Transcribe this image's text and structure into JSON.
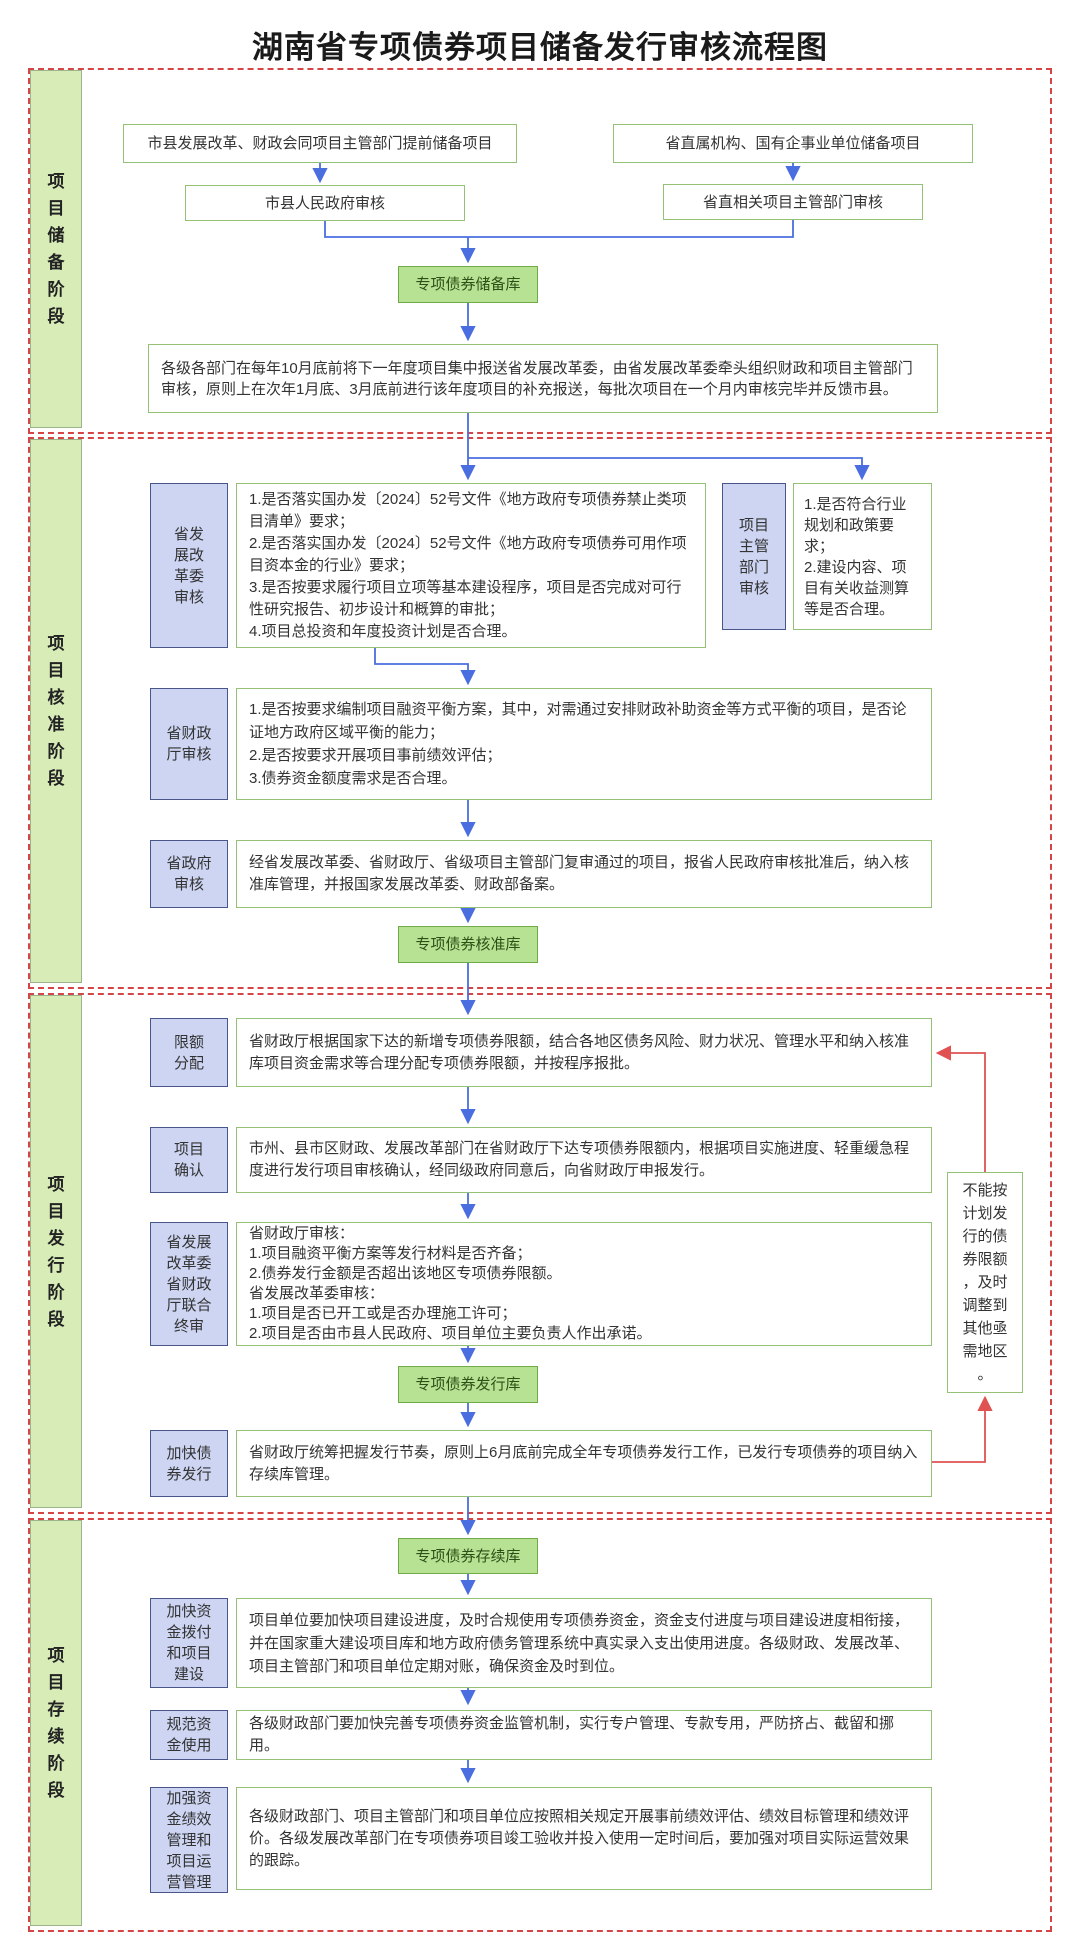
{
  "title": "湖南省专项债券项目储备发行审核流程图",
  "colors": {
    "c-frame": "#d64545",
    "c-bar-bg": "#d8ecb8",
    "c-bar-border": "#9cb489",
    "c-box-border": "#94c175",
    "c-pool-bg": "#b7e193",
    "c-pool-border": "#70ab48",
    "c-pool-text": "#2d5016",
    "c-label-bg": "#cdd5f2",
    "c-label-border": "#49568a",
    "c-blue": "#4a6ee0",
    "c-red": "#e05252",
    "c-text": "#333333"
  },
  "stage1": {
    "label": "项目储备阶段",
    "box_city_prepare": "市县发展改革、财政会同项目主管部门提前储备项目",
    "box_province_prepare": "省直属机构、国有企事业单位储备项目",
    "box_city_review": "市县人民政府审核",
    "box_province_review": "省直相关项目主管部门审核",
    "pool": "专项债券储备库",
    "note": "各级各部门在每年10月底前将下一年度项目集中报送省发展改革委，由省发展改革委牵头组织财政和项目主管部门审核，原则上在次年1月底、3月底前进行该年度项目的补充报送，每批次项目在一个月内审核完毕并反馈市县。"
  },
  "stage2": {
    "label": "项目核准阶段",
    "ndrc_label": "省发展改革委审核",
    "ndrc_content": "1.是否落实国办发〔2024〕52号文件《地方政府专项债券禁止类项目清单》要求；\n2.是否落实国办发〔2024〕52号文件《地方政府专项债券可用作项目资本金的行业》要求；\n3.是否按要求履行项目立项等基本建设程序，项目是否完成对可行性研究报告、初步设计和概算的审批；\n4.项目总投资和年度投资计划是否合理。",
    "dept_label": "项目主管部门审核",
    "dept_content": "1.是否符合行业规划和政策要求；\n2.建设内容、项目有关收益测算等是否合理。",
    "finance_label": "省财政厅审核",
    "finance_content": "1.是否按要求编制项目融资平衡方案，其中，对需通过安排财政补助资金等方式平衡的项目，是否论证地方政府区域平衡的能力；\n2.是否按要求开展项目事前绩效评估；\n3.债券资金额度需求是否合理。",
    "gov_label": "省政府审核",
    "gov_content": "经省发展改革委、省财政厅、省级项目主管部门复审通过的项目，报省人民政府审核批准后，纳入核准库管理，并报国家发展改革委、财政部备案。",
    "pool": "专项债券核准库"
  },
  "stage3": {
    "label": "项目发行阶段",
    "quota_label": "限额分配",
    "quota_content": "省财政厅根据国家下达的新增专项债券限额，结合各地区债务风险、财力状况、管理水平和纳入核准库项目资金需求等合理分配专项债券限额，并按程序报批。",
    "confirm_label": "项目确认",
    "confirm_content": "市州、县市区财政、发展改革部门在省财政厅下达专项债券限额内，根据项目实施进度、轻重缓急程度进行发行项目审核确认，经同级政府同意后，向省财政厅申报发行。",
    "joint_label": "省发展改革委省财政厅联合终审",
    "joint_content": "省财政厅审核：\n1.项目融资平衡方案等发行材料是否齐备；\n2.债券发行金额是否超出该地区专项债券限额。\n省发展改革委审核：\n1.项目是否已开工或是否办理施工许可；\n2.项目是否由市县人民政府、项目单位主要负责人作出承诺。",
    "pool": "专项债券发行库",
    "speed_label": "加快债券发行",
    "speed_content": "省财政厅统筹把握发行节奏，原则上6月底前完成全年专项债券发行工作，已发行专项债券的项目纳入存续库管理。",
    "side_note": "不能按计划发行的债券限额，及时调整到其他亟需地区。"
  },
  "stage4": {
    "label": "项目存续阶段",
    "pool": "专项债券存续库",
    "rows": [
      {
        "label": "加快资金拨付和项目建设",
        "content": "项目单位要加快项目建设进度，及时合规使用专项债券资金，资金支付进度与项目建设进度相衔接，并在国家重大建设项目库和地方政府债务管理系统中真实录入支出使用进度。各级财政、发展改革、项目主管部门和项目单位定期对账，确保资金及时到位。"
      },
      {
        "label": "规范资金使用",
        "content": "各级财政部门要加快完善专项债券资金监管机制，实行专户管理、专款专用，严防挤占、截留和挪用。"
      },
      {
        "label": "加强资金绩效管理和项目运营管理",
        "content": "各级财政部门、项目主管部门和项目单位应按照相关规定开展事前绩效评估、绩效目标管理和绩效评价。各级发展改革部门在专项债券项目竣工验收并投入使用一定时间后，要加强对项目实际运营效果的跟踪。"
      }
    ]
  }
}
